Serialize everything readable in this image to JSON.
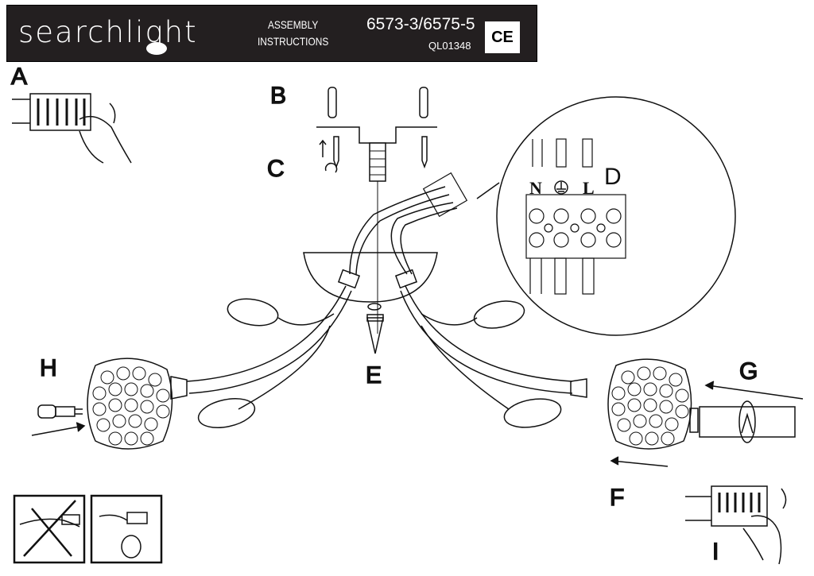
{
  "header": {
    "brand": "searchlight",
    "doc_type_line1": "ASSEMBLY",
    "doc_type_line2": "INSTRUCTIONS",
    "model": "6573-3/6575-5",
    "code": "QL01348",
    "certification": "CE"
  },
  "step_labels": {
    "a": "A",
    "b": "B",
    "c": "C",
    "d": "D",
    "e": "E",
    "f": "F",
    "g": "G",
    "h": "H",
    "i": "I"
  },
  "terminal_labels": {
    "neutral": "N",
    "live": "L",
    "earth": "earth-symbol"
  }
}
